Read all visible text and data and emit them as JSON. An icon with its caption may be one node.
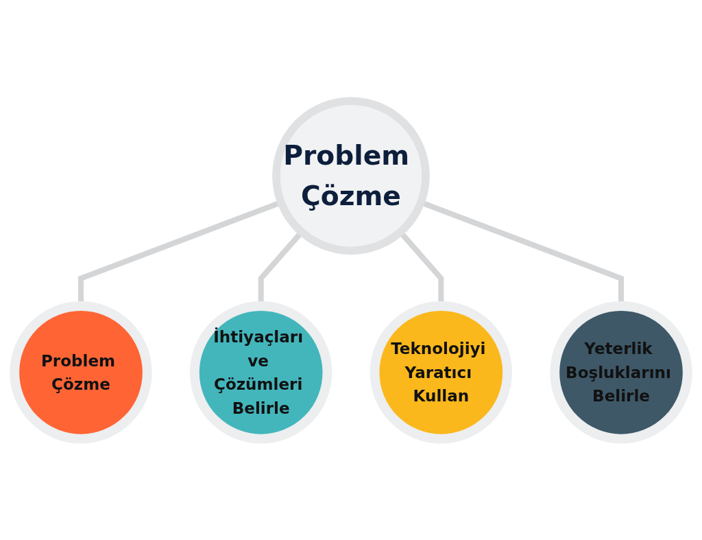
{
  "diagram": {
    "nodes": [
      {
        "text": [
          "Problem Çözme"
        ]
      },
      {
        "text": [
          "Problem Çözme"
        ]
      },
      {
        "text": [
          "Yeterlik Boşluklarını Belirle"
        ]
      },
      {
        "text": [
          "İhtiyaçları ve Çözümleri Belirle"
        ]
      },
      {
        "text": [
          "Teknolojiyi Yaratıcı Kullan"
        ]
      }
    ],
    "edges": [
      {
        "from": 0,
        "to": 1,
        "arrow": "none"
      },
      {
        "from": 0,
        "to": 3,
        "arrow": "none"
      },
      {
        "from": 0,
        "to": 4,
        "arrow": "none"
      },
      {
        "from": 0,
        "to": 2,
        "arrow": "none"
      }
    ]
  }
}
